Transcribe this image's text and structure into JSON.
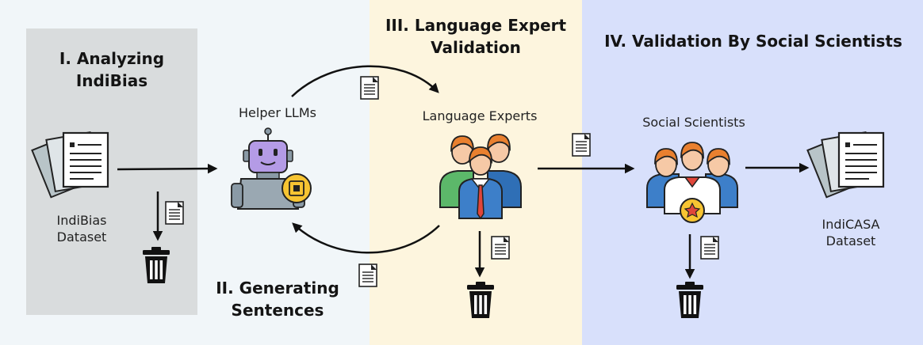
{
  "stages": {
    "analyzing": "I. Analyzing\nIndiBias",
    "generating": "II. Generating\nSentences",
    "language_validation": "III. Language Expert\nValidation",
    "social_validation": "IV. Validation By Social Scientists"
  },
  "nodes": {
    "indibias_dataset": "IndiBias\nDataset",
    "helper_llms": "Helper LLMs",
    "language_experts": "Language Experts",
    "social_scientists": "Social Scientists",
    "indicasa_dataset": "IndiCASA\nDataset"
  },
  "icons": [
    "documents-stack-icon",
    "robot-icon",
    "people-group-icon",
    "document-icon",
    "trash-icon",
    "arrow-icon"
  ],
  "colors": {
    "panel_analyze": "#d9dcdd",
    "panel_generate": "#f1f6f9",
    "panel_language": "#fdf5de",
    "panel_social": "#d8e0fb"
  }
}
